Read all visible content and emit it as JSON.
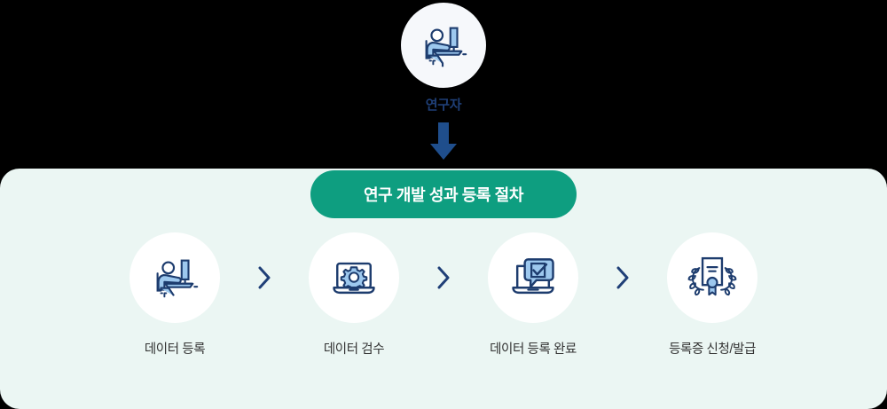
{
  "actor": {
    "label": "연구자",
    "icon": "researcher-at-desk-icon",
    "label_color": "#1F3F77",
    "circle_color": "#F6F8FB"
  },
  "arrow": {
    "icon": "down-arrow-icon",
    "color": "#1F4E8C",
    "direction": "down"
  },
  "title_bar": {
    "label": "연구 개발 성과 등록 절차",
    "background_color": "#0E9E80",
    "text_color": "#FFFFFF"
  },
  "panel": {
    "background_color": "#EBF6F3"
  },
  "separator": {
    "icon": "chevron-right-icon",
    "color": "#1F3F77"
  },
  "steps": [
    {
      "index": 1,
      "label": "데이터 등록",
      "icon": "person-at-desk-icon",
      "circle_color": "#FFFFFF"
    },
    {
      "index": 2,
      "label": "데이터 검수",
      "icon": "laptop-gear-icon",
      "circle_color": "#FFFFFF"
    },
    {
      "index": 3,
      "label": "데이터 등록 완료",
      "icon": "laptop-check-bubble-icon",
      "circle_color": "#FFFFFF"
    },
    {
      "index": 4,
      "label": "등록증 신청/발급",
      "icon": "certificate-laurel-icon",
      "circle_color": "#FFFFFF"
    }
  ],
  "colors": {
    "navy": "#1F3F77",
    "navy_dark": "#1D3C6E",
    "light_blue": "#9DC8EE",
    "teal_green": "#0E9E80",
    "mint": "#EBF6F3",
    "text_dark": "#333333"
  }
}
